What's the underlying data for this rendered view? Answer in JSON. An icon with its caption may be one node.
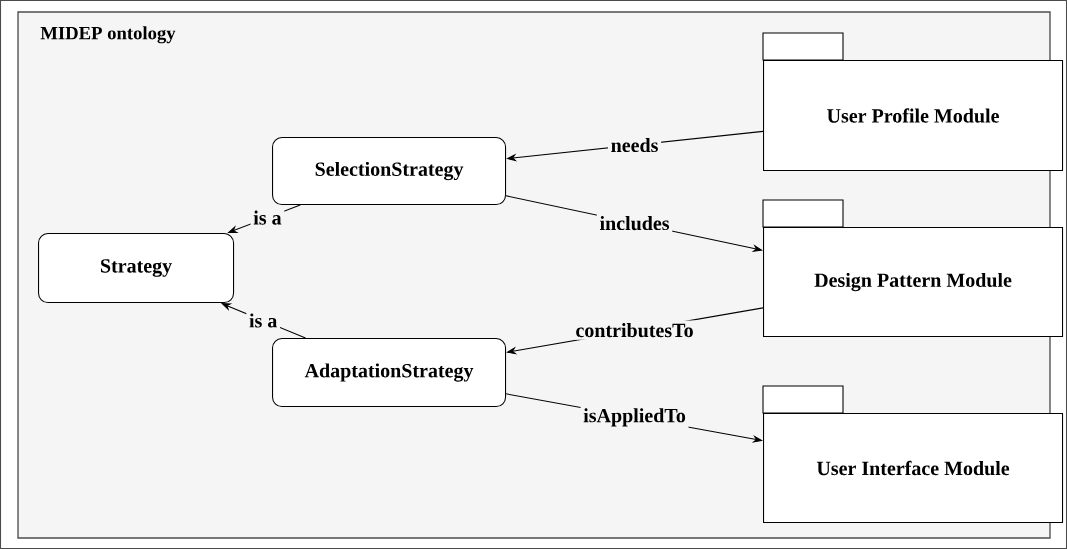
{
  "diagram": {
    "nodes": [
      {
        "text": [
          "MIDEP ontology"
        ]
      },
      {
        "text": [
          "SelectionStrategy"
        ],
        "in": 0
      },
      {
        "text": [
          "User Profile Module"
        ],
        "in": 0
      },
      {
        "text": [
          "Strategy"
        ],
        "in": 0
      },
      {
        "text": [
          "Design Pattern Module"
        ],
        "in": 0
      },
      {
        "text": [
          "AdaptationStrategy"
        ],
        "in": 0
      },
      {
        "text": [
          "User Interface Module"
        ],
        "in": 0
      }
    ],
    "edges": [
      {
        "from": 2,
        "to": 1,
        "arrow": "to",
        "label": "needs"
      },
      {
        "from": 1,
        "to": 3,
        "arrow": "to",
        "label": "is a"
      },
      {
        "from": 1,
        "to": 4,
        "arrow": "to",
        "label": "includes"
      },
      {
        "from": 4,
        "to": 5,
        "arrow": "to",
        "label": "contributesTo"
      },
      {
        "from": 5,
        "to": 3,
        "arrow": "to",
        "label": "is a"
      },
      {
        "from": 5,
        "to": 6,
        "arrow": "to",
        "label": "isAppliedTo"
      }
    ]
  }
}
